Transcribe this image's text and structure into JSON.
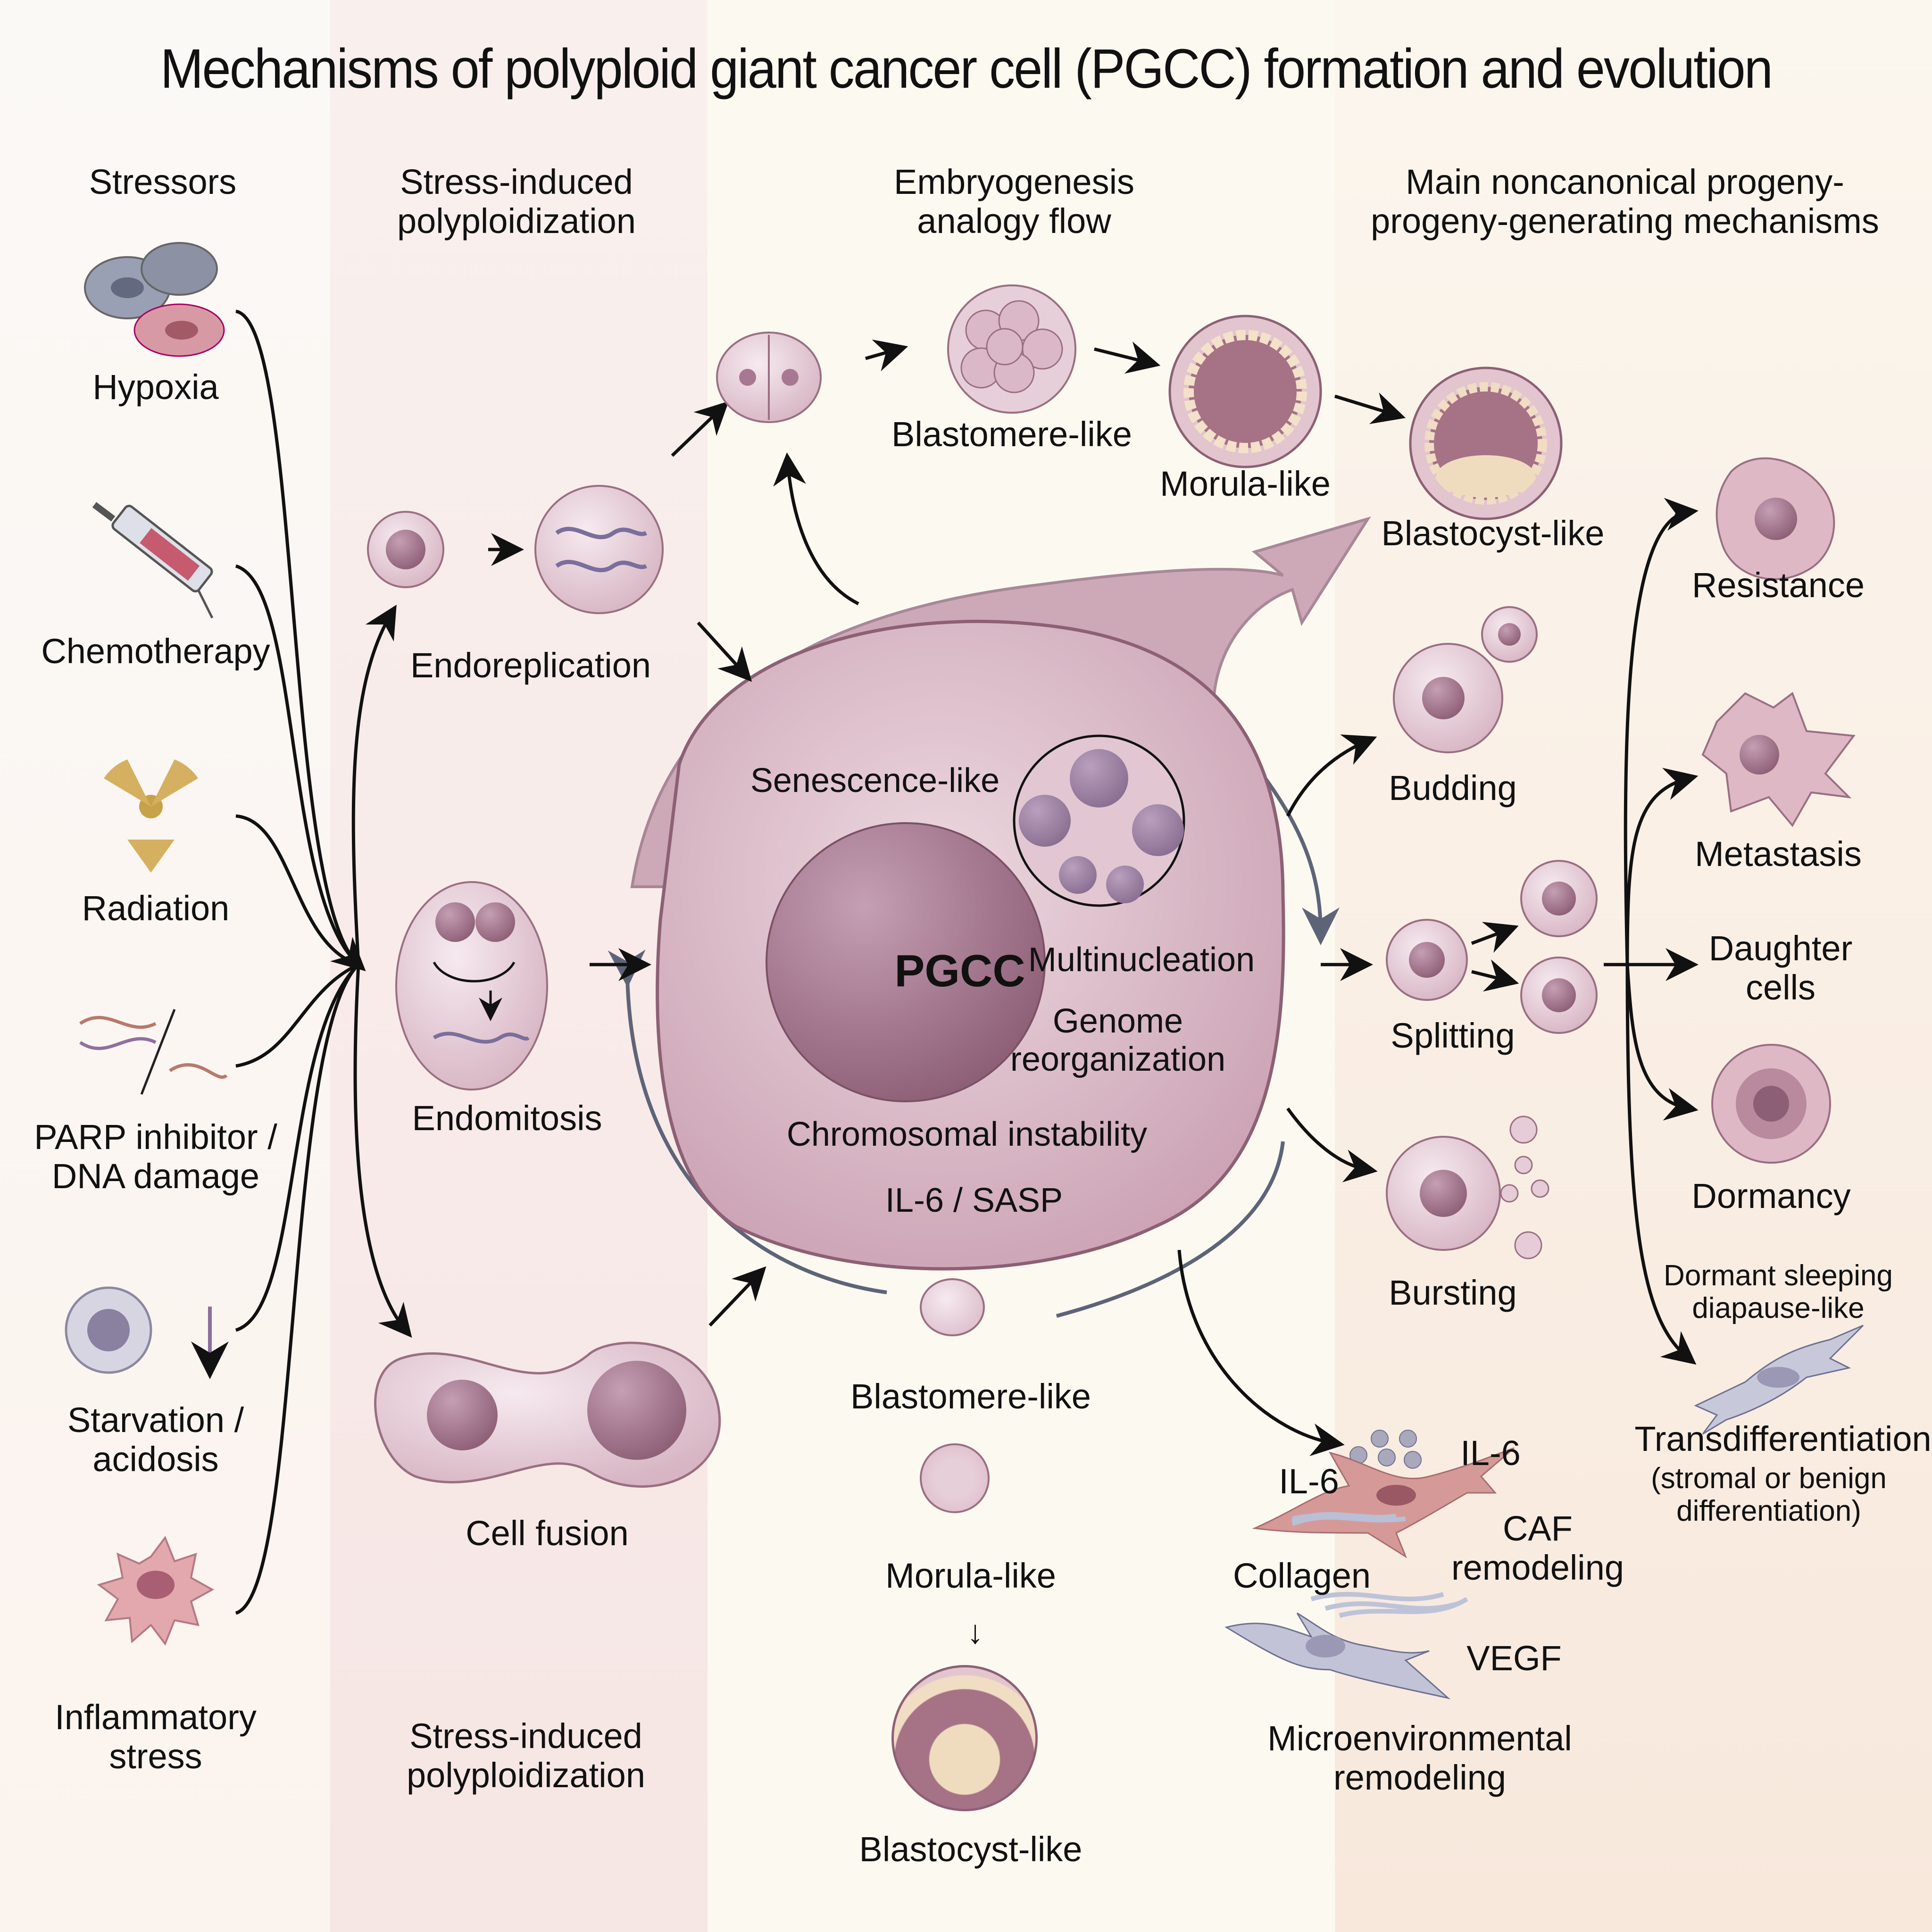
{
  "title": "Mechanisms of polyploid giant cancer cell (PGCC) formation and evolution",
  "column_headers": {
    "stressors": "Stressors",
    "polyploidization_line1": "Stress-induced",
    "polyploidization_line2": "polyploidization",
    "embryogenesis_line1": "Embryogenesis",
    "embryogenesis_line2": "analogy flow",
    "progeny_line1": "Main noncanonical progeny-",
    "progeny_line2": "progeny-generating mechanisms"
  },
  "stressors": [
    {
      "icon": "hypoxia-cells-icon",
      "label_lines": [
        "Hypoxia"
      ]
    },
    {
      "icon": "syringe-icon",
      "label_lines": [
        "Chemotherapy"
      ]
    },
    {
      "icon": "radiation-icon",
      "label_lines": [
        "Radiation"
      ]
    },
    {
      "icon": "broken-dna-icon",
      "label_lines": [
        "PARP inhibitor /",
        "DNA damage"
      ]
    },
    {
      "icon": "starving-cell-icon",
      "label_lines": [
        "Starvation /",
        "acidosis"
      ]
    },
    {
      "icon": "inflamed-cell-icon",
      "label_lines": [
        "Inflammatory",
        "stress"
      ]
    }
  ],
  "polyploidization": {
    "endoreplication": "Endoreplication",
    "endomitosis": "Endomitosis",
    "cell_fusion": "Cell fusion",
    "footer_line1": "Stress-induced",
    "footer_line2": "polyploidization"
  },
  "embryogenesis_top": {
    "blastomere": "Blastomere-like",
    "morula": "Morula-like",
    "blastocyst": "Blastocyst-like"
  },
  "embryogenesis_bottom": {
    "blastomere": "Blastomere-like",
    "morula": "Morula-like",
    "blastocyst": "Blastocyst-like"
  },
  "pgcc": {
    "label": "PGCC",
    "senescence": "Senescence-like",
    "multinucleation": "Multinucleation",
    "genome_line1": "Genome",
    "genome_line2": "reorganization",
    "chromosomal": "Chromosomal instability",
    "il6_sasp": "IL-6 / SASP"
  },
  "progeny": {
    "budding": "Budding",
    "splitting": "Splitting",
    "bursting": "Bursting"
  },
  "outcomes": {
    "resistance": "Resistance",
    "metastasis": "Metastasis",
    "daughter_line1": "Daughter",
    "daughter_line2": "cells",
    "dormancy": "Dormancy",
    "dormant_line1": "Dormant sleeping",
    "dormant_line2": "diapause-like",
    "transdiff": "Transdifferentiation",
    "transdiff_sub1": "(stromal or benign",
    "transdiff_sub2": "differentiation)"
  },
  "microenvironment": {
    "il6_left": "IL-6",
    "il6_right": "IL-6",
    "caf_line1": "CAF",
    "caf_line2": "remodeling",
    "collagen": "Collagen",
    "vegf": "VEGF",
    "footer_line1": "Microenvironmental",
    "footer_line2": "remodeling"
  },
  "colors": {
    "cell_fill": "#e6cdd6",
    "cell_stroke": "#9a6f82",
    "nucleus": "#a77891",
    "band_pink": "#f7e9e6",
    "band_cream": "#fbf8ee",
    "band_peach": "#f8ece0",
    "arrow": "#111111",
    "ring_arrow": "#5e6478"
  }
}
